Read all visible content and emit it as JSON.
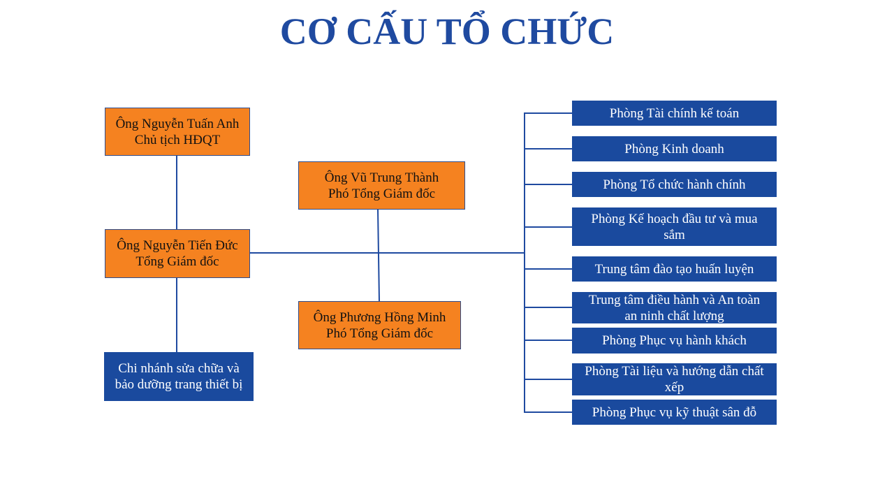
{
  "title": "CƠ CẤU TỔ CHỨC",
  "colors": {
    "title": "#1f4aa0",
    "leader_box": "#f58220",
    "department_box": "#1a4a9e",
    "connector": "#1f4aa0"
  },
  "leaders": {
    "chairman": {
      "name": "Ông Nguyễn Tuấn Anh",
      "role": "Chủ tịch HĐQT"
    },
    "ceo": {
      "name": "Ông Nguyễn Tiến Đức",
      "role": "Tổng Giám đốc"
    },
    "deputy_1": {
      "name": "Ông Vũ Trung Thành",
      "role": "Phó Tổng Giám đốc"
    },
    "deputy_2": {
      "name": "Ông Phương Hồng Minh",
      "role": "Phó Tổng Giám đốc"
    }
  },
  "branch": {
    "line1": "Chi nhánh sửa chữa và",
    "line2": "bảo dưỡng trang thiết bị"
  },
  "departments": [
    {
      "line1": "Phòng Tài chính kế toán",
      "line2": ""
    },
    {
      "line1": "Phòng Kinh doanh",
      "line2": ""
    },
    {
      "line1": "Phòng Tổ chức hành chính",
      "line2": ""
    },
    {
      "line1": "Phòng Kế hoạch đầu tư và mua",
      "line2": "sắm"
    },
    {
      "line1": "Trung tâm đào tạo huấn luyện",
      "line2": ""
    },
    {
      "line1": "Trung tâm điều hành và An toàn",
      "line2": "an ninh chất lượng"
    },
    {
      "line1": "Phòng Phục vụ hành khách",
      "line2": ""
    },
    {
      "line1": "Phòng Tài liệu và hướng dẫn chất",
      "line2": "xếp"
    },
    {
      "line1": "Phòng Phục vụ kỹ thuật sân đỗ",
      "line2": ""
    }
  ]
}
